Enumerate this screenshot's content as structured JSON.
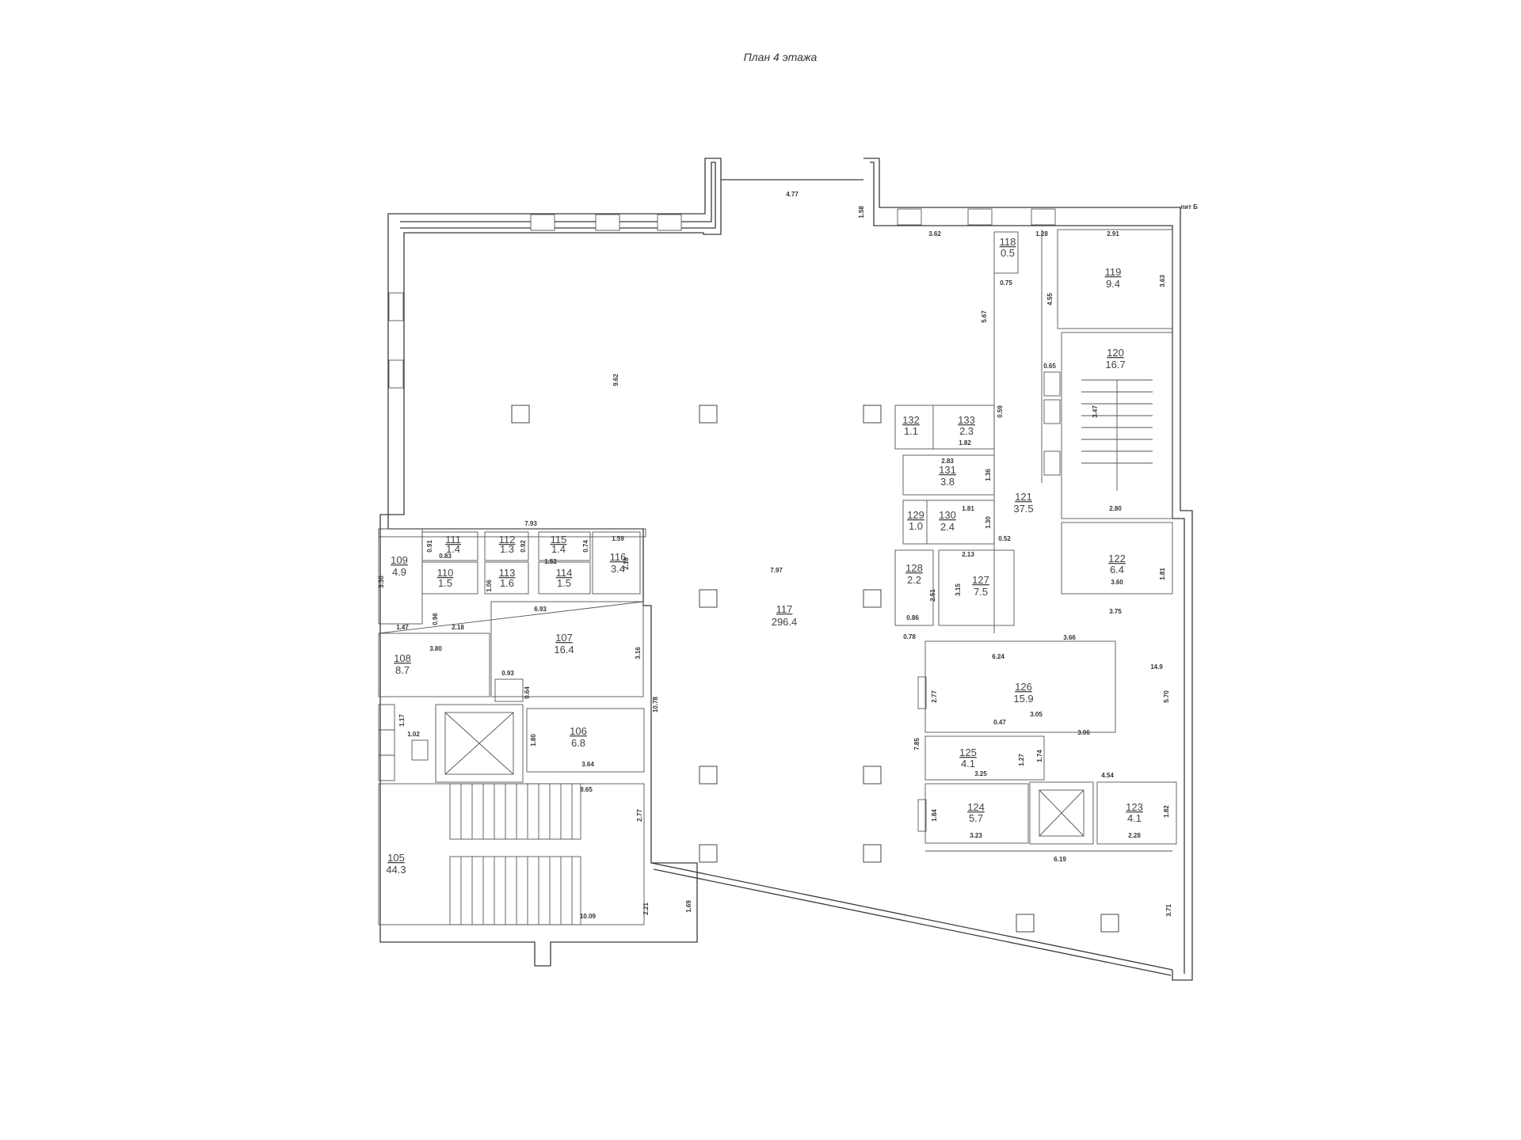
{
  "title": "План 4 этажа",
  "note": "лит Б",
  "rooms": [
    {
      "num": "105",
      "area": "44.3"
    },
    {
      "num": "106",
      "area": "6.8"
    },
    {
      "num": "107",
      "area": "16.4"
    },
    {
      "num": "108",
      "area": "8.7"
    },
    {
      "num": "109",
      "area": "4.9"
    },
    {
      "num": "110",
      "area": "1.5"
    },
    {
      "num": "111",
      "area": "1.4"
    },
    {
      "num": "112",
      "area": "1.3"
    },
    {
      "num": "113",
      "area": "1.6"
    },
    {
      "num": "114",
      "area": "1.5"
    },
    {
      "num": "115",
      "area": "1.4"
    },
    {
      "num": "116",
      "area": "3.4"
    },
    {
      "num": "117",
      "area": "296.4"
    },
    {
      "num": "118",
      "area": "0.5"
    },
    {
      "num": "119",
      "area": "9.4"
    },
    {
      "num": "120",
      "area": "16.7"
    },
    {
      "num": "121",
      "area": "37.5"
    },
    {
      "num": "122",
      "area": "6.4"
    },
    {
      "num": "123",
      "area": "4.1"
    },
    {
      "num": "124",
      "area": "5.7"
    },
    {
      "num": "125",
      "area": "4.1"
    },
    {
      "num": "126",
      "area": "15.9"
    },
    {
      "num": "127",
      "area": "7.5"
    },
    {
      "num": "128",
      "area": "2.2"
    },
    {
      "num": "129",
      "area": "1.0"
    },
    {
      "num": "130",
      "area": "2.4"
    },
    {
      "num": "131",
      "area": "3.8"
    },
    {
      "num": "132",
      "area": "1.1"
    },
    {
      "num": "133",
      "area": "2.3"
    }
  ],
  "dimensions": [
    "4.77",
    "1.58",
    "3.62",
    "1.28",
    "2.91",
    "0.75",
    "4.55",
    "3.63",
    "5.67",
    "9.62",
    "0.65",
    "0.59",
    "1.82",
    "2.83",
    "1.36",
    "1.81",
    "1.30",
    "0.52",
    "2.13",
    "3.15",
    "2.51",
    "0.86",
    "0.78",
    "3.47",
    "2.80",
    "3.60",
    "1.81",
    "3.75",
    "3.66",
    "6.24",
    "14.9",
    "5.70",
    "2.77",
    "3.05",
    "0.47",
    "3.06",
    "7.85",
    "1.27",
    "1.74",
    "3.25",
    "4.54",
    "1.84",
    "3.23",
    "1.82",
    "2.28",
    "6.19",
    "3.71",
    "7.97",
    "7.93",
    "1.59",
    "0.91",
    "0.83",
    "0.92",
    "1.52",
    "0.74",
    "2.18",
    "3.30",
    "1.06",
    "6.93",
    "1.47",
    "0.96",
    "2.18",
    "3.80",
    "3.16",
    "0.93",
    "0.64",
    "10.78",
    "1.17",
    "1.02",
    "1.80",
    "3.64",
    "8.65",
    "2.77",
    "2.21",
    "10.09",
    "1.69"
  ]
}
